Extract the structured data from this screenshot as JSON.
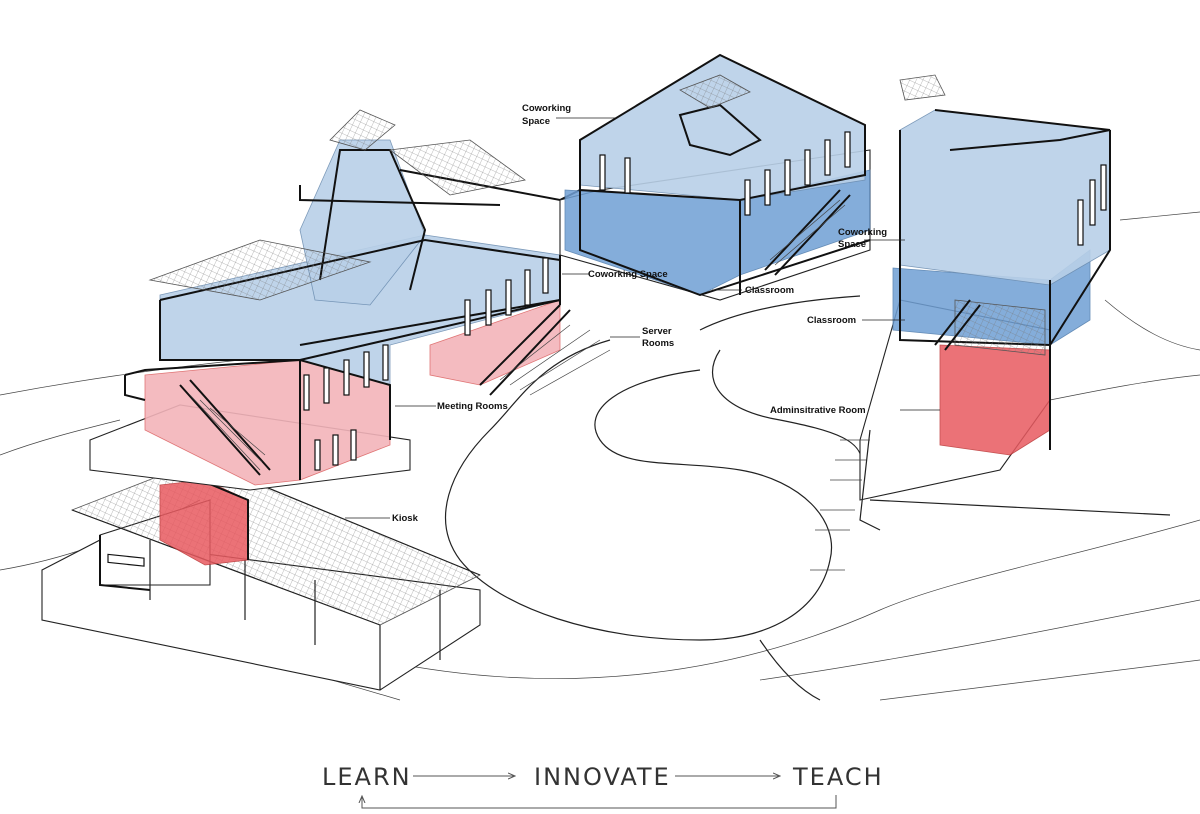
{
  "labels": {
    "coworking_space_1_line1": "Coworking",
    "coworking_space_1_line2": "Space",
    "coworking_space_2": "Coworking Space",
    "coworking_space_3_line1": "Coworking",
    "coworking_space_3_line2": "Space",
    "classroom_1": "Classroom",
    "classroom_2": "Classroom",
    "server_rooms_line1": "Server",
    "server_rooms_line2": "Rooms",
    "meeting_rooms": "Meeting Rooms",
    "adminsitrative_room": "Adminsitrative Room",
    "kiosk": "Kiosk"
  },
  "flow": {
    "step1": "LEARN",
    "step2": "INNOVATE",
    "step3": "TEACH"
  },
  "colors": {
    "coworking": "#b9d0e8",
    "classroom": "#6f9fd4",
    "meeting": "#f3b4ba",
    "server_admin_kiosk": "#e85a60"
  }
}
